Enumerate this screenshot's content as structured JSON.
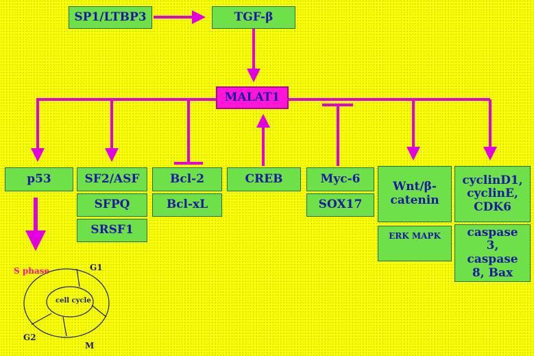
{
  "nodes": {
    "sp1": "SP1/LTBP3",
    "tgfb": "TGF-β",
    "malat1": "MALAT1",
    "p53": "p53",
    "sf2asf": "SF2/ASF",
    "sfpq": "SFPQ",
    "srsf1": "SRSF1",
    "bcl2": "Bcl-2",
    "bclxl": "Bcl-xL",
    "creb": "CREB",
    "myc6": "Myc-6",
    "sox17": "SOX17",
    "wnt": "Wnt/β-catenin",
    "erk": "ERK MAPK",
    "cyclin": "cyclinD1, cyclinE, CDK6",
    "caspase": "caspase 3, caspase 8, Bax"
  },
  "cell_cycle": {
    "center": "cell cycle",
    "s_phase": "S phase",
    "g1": "G1",
    "g2": "G2",
    "m": "M"
  },
  "colors": {
    "background": "#ffff00",
    "box_fill": "#6ee04a",
    "hub_fill": "#ff14d8",
    "arrow": "#e000e0",
    "text": "#1a1aa0"
  }
}
